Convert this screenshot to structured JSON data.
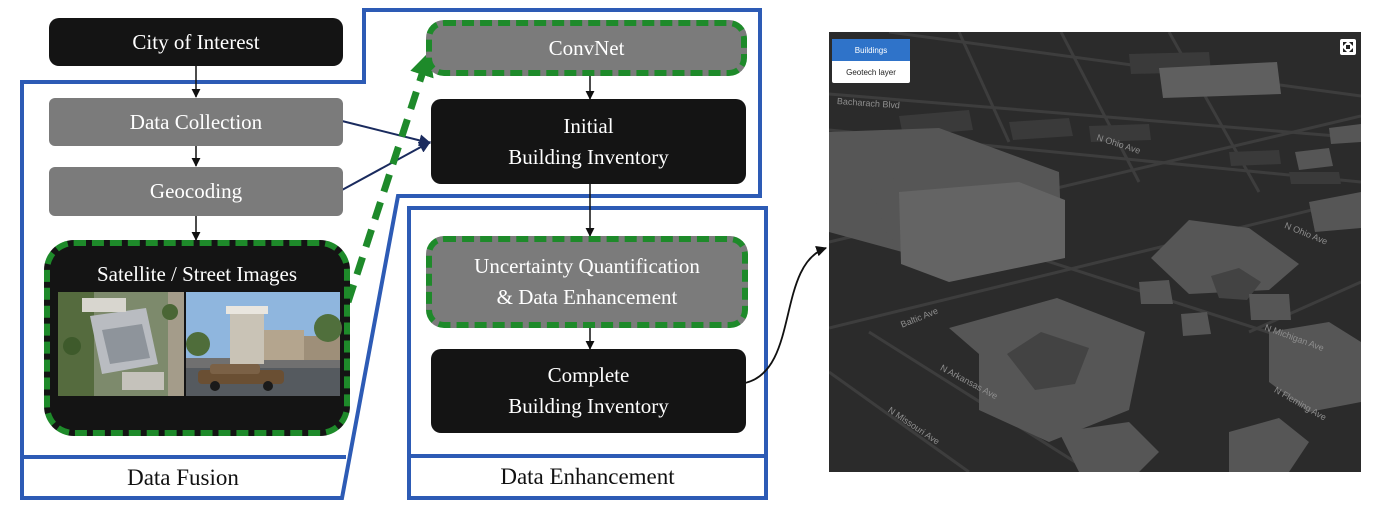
{
  "pipeline": {
    "city": "City of Interest",
    "data_collection": "Data Collection",
    "geocoding": "Geocoding",
    "satellite_street": "Satellite / Street Images",
    "convnet": "ConvNet",
    "initial_inventory": [
      "Initial",
      "Building Inventory"
    ],
    "uncertainty": [
      "Uncertainty Quantification",
      "& Data Enhancement"
    ],
    "complete_inventory": [
      "Complete",
      "Building Inventory"
    ]
  },
  "groups": {
    "data_fusion": "Data Fusion",
    "data_enhancement": "Data Enhancement"
  },
  "map": {
    "layers": [
      "Buildings",
      "Geotech layer"
    ],
    "active_layer": "Buildings",
    "streets": [
      "Bacharach Blvd",
      "Baltic Ave",
      "N Arkansas Ave",
      "N Missouri Ave",
      "N Michigan Ave",
      "N Ohio Ave",
      "N Ohio Ave",
      "N Fleming Ave"
    ]
  },
  "colors": {
    "dark_box": "#141414",
    "gray_box": "#7b7b7b",
    "group_border": "#2d5bb5",
    "dashed_green": "#1e8a2a",
    "connector_navy": "#1a2b5e",
    "map_background": "#2b2b2b",
    "layer_active": "#2f73c9"
  }
}
